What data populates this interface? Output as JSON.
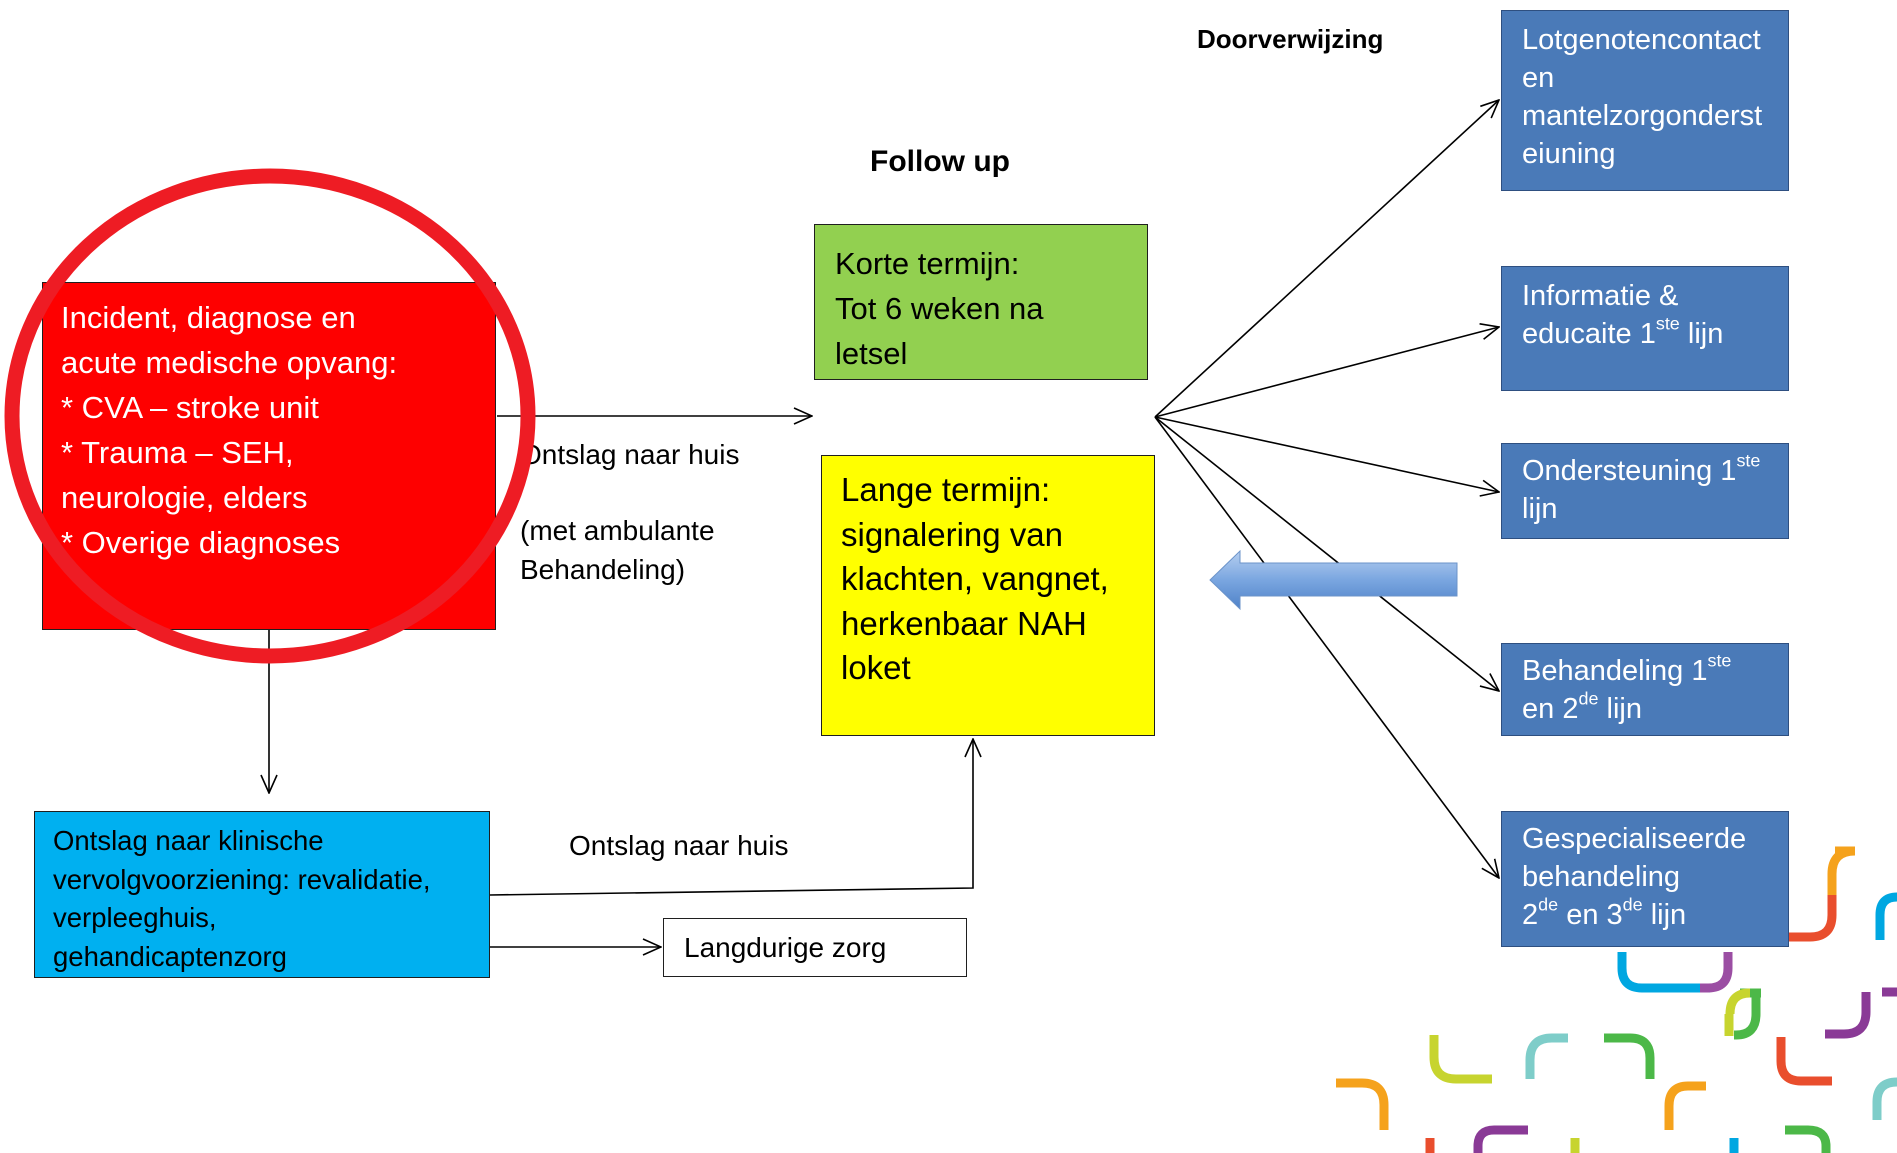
{
  "headings": {
    "doorverwijzing": "Doorverwijzing",
    "follow_up": "Follow up"
  },
  "boxes": {
    "incident": {
      "fill": "#fe0000",
      "lines": [
        "Incident, diagnose en",
        "acute medische opvang:",
        "* CVA – stroke unit",
        "* Trauma – SEH,",
        "neurologie, elders",
        "* Overige diagnoses"
      ]
    },
    "korte_termijn": {
      "fill": "#92d050",
      "lines": [
        "Korte termijn:",
        "Tot 6 weken na",
        "letsel"
      ]
    },
    "lange_termijn": {
      "fill": "#ffff00",
      "lines": [
        "Lange termijn:",
        "signalering van",
        "klachten, vangnet,",
        "herkenbaar NAH",
        "loket"
      ]
    },
    "klinisch": {
      "fill": "#00b0f0",
      "lines": [
        "Ontslag naar klinische",
        "vervolgvoorziening: revalidatie,",
        "verpleeghuis,",
        "gehandicaptenzorg"
      ]
    },
    "langdurig": {
      "fill": "#ffffff",
      "lines": [
        "Langdurige zorg"
      ]
    },
    "lotgenoten": {
      "fill": "#4a7ab8",
      "lines": [
        "Lotgenotencontact",
        "en",
        "mantelzorgonderst",
        "eiuning"
      ]
    },
    "informatie": {
      "fill": "#4a7ab8",
      "line1": "Informatie &",
      "line2_pre": "educaite 1",
      "line2_sup": "ste",
      "line2_post": " lijn"
    },
    "ondersteuning": {
      "fill": "#4a7ab8",
      "line1_pre": "Ondersteuning 1",
      "line1_sup": "ste",
      "line2": "lijn"
    },
    "behandeling": {
      "fill": "#4a7ab8",
      "line1_pre": "Behandeling 1",
      "line1_sup": "ste",
      "line2_pre": "en 2",
      "line2_sup": "de",
      "line2_post": " lijn"
    },
    "gespecialiseerd": {
      "fill": "#4a7ab8",
      "line1": "Gespecialiseerde",
      "line2": "behandeling",
      "line3_pre": "2",
      "line3_sup1": "de",
      "line3_mid": " en 3",
      "line3_sup2": "de",
      "line3_post": " lijn"
    }
  },
  "edge_labels": {
    "ontslag_huis_top": "Ontslag naar huis",
    "met_ambulante": "(met ambulante",
    "behandeling": "Behandeling)",
    "ontslag_huis_bottom": "Ontslag naar huis"
  },
  "colors": {
    "red_ring": "#ee1c24",
    "feedback_arrow": "#7aa6e0",
    "decoration": [
      "#f5a21c",
      "#00a7e1",
      "#9b4ea3",
      "#c7d42f",
      "#4cb848",
      "#e94e2d",
      "#7ecdc9",
      "#8a3a96"
    ]
  }
}
